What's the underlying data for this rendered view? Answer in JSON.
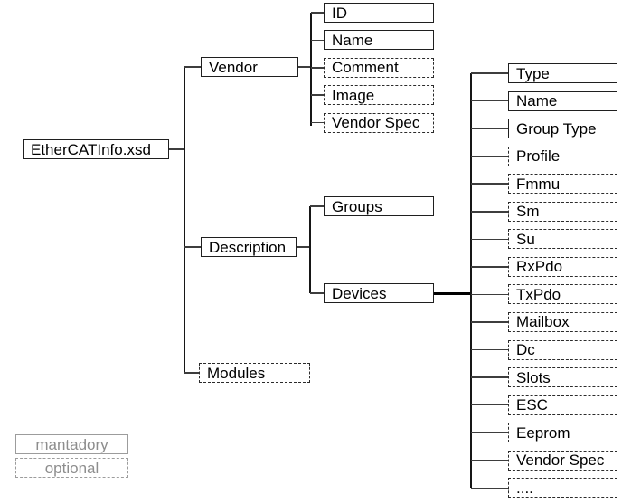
{
  "diagram": {
    "root": {
      "label": "EtherCATInfo.xsd",
      "style": "solid"
    },
    "level1": [
      {
        "label": "Vendor",
        "style": "solid"
      },
      {
        "label": "Description",
        "style": "solid"
      },
      {
        "label": "Modules",
        "style": "dashed"
      }
    ],
    "vendor_children": [
      {
        "label": "ID",
        "style": "solid"
      },
      {
        "label": "Name",
        "style": "solid"
      },
      {
        "label": "Comment",
        "style": "dashed"
      },
      {
        "label": "Image",
        "style": "dashed"
      },
      {
        "label": "Vendor Spec",
        "style": "dashed"
      }
    ],
    "description_children": [
      {
        "label": "Groups",
        "style": "solid"
      },
      {
        "label": "Devices",
        "style": "solid"
      }
    ],
    "devices_children": [
      {
        "label": "Type",
        "style": "solid"
      },
      {
        "label": "Name",
        "style": "solid"
      },
      {
        "label": "Group Type",
        "style": "solid"
      },
      {
        "label": "Profile",
        "style": "dashed"
      },
      {
        "label": "Fmmu",
        "style": "dashed"
      },
      {
        "label": "Sm",
        "style": "dashed"
      },
      {
        "label": "Su",
        "style": "dashed"
      },
      {
        "label": "RxPdo",
        "style": "dashed"
      },
      {
        "label": "TxPdo",
        "style": "dashed"
      },
      {
        "label": "Mailbox",
        "style": "dashed"
      },
      {
        "label": "Dc",
        "style": "dashed"
      },
      {
        "label": "Slots",
        "style": "dashed"
      },
      {
        "label": "ESC",
        "style": "dashed"
      },
      {
        "label": "Eeprom",
        "style": "dashed"
      },
      {
        "label": "Vendor Spec",
        "style": "dashed"
      },
      {
        "label": "....",
        "style": "dashed"
      }
    ],
    "legend": [
      {
        "label": "mantadory",
        "style": "solid"
      },
      {
        "label": "optional",
        "style": "dashed"
      }
    ],
    "colors": {
      "background": "#ffffff",
      "box_border": "#1f1f1f",
      "dashed_border": "#2b2b2b",
      "connector_line": "#3d3d3d",
      "trunk_line": "#161616",
      "text": "#000000",
      "legend_gray": "#8d8d8d"
    }
  }
}
